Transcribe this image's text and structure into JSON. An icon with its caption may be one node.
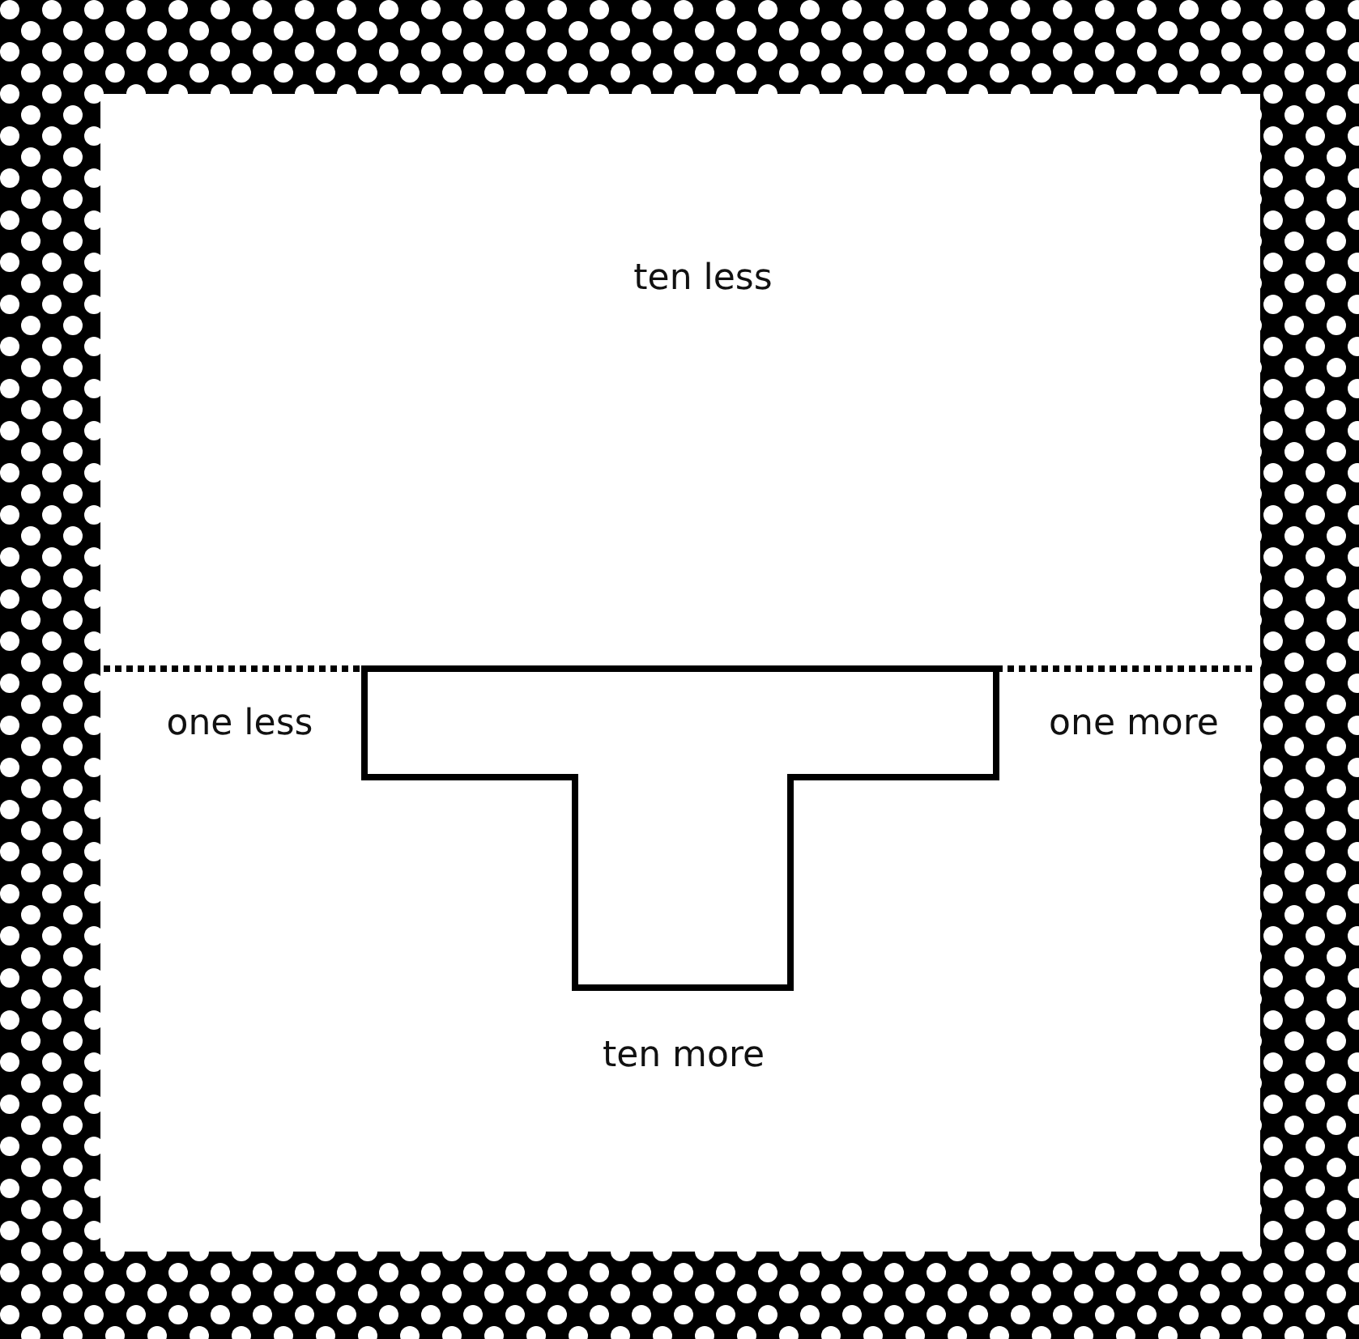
{
  "diagram": {
    "nodes": [
      {
        "text": [],
        "shape": "box"
      }
    ],
    "labels": [
      "ten less",
      "one less",
      "one more",
      "ten more"
    ]
  }
}
